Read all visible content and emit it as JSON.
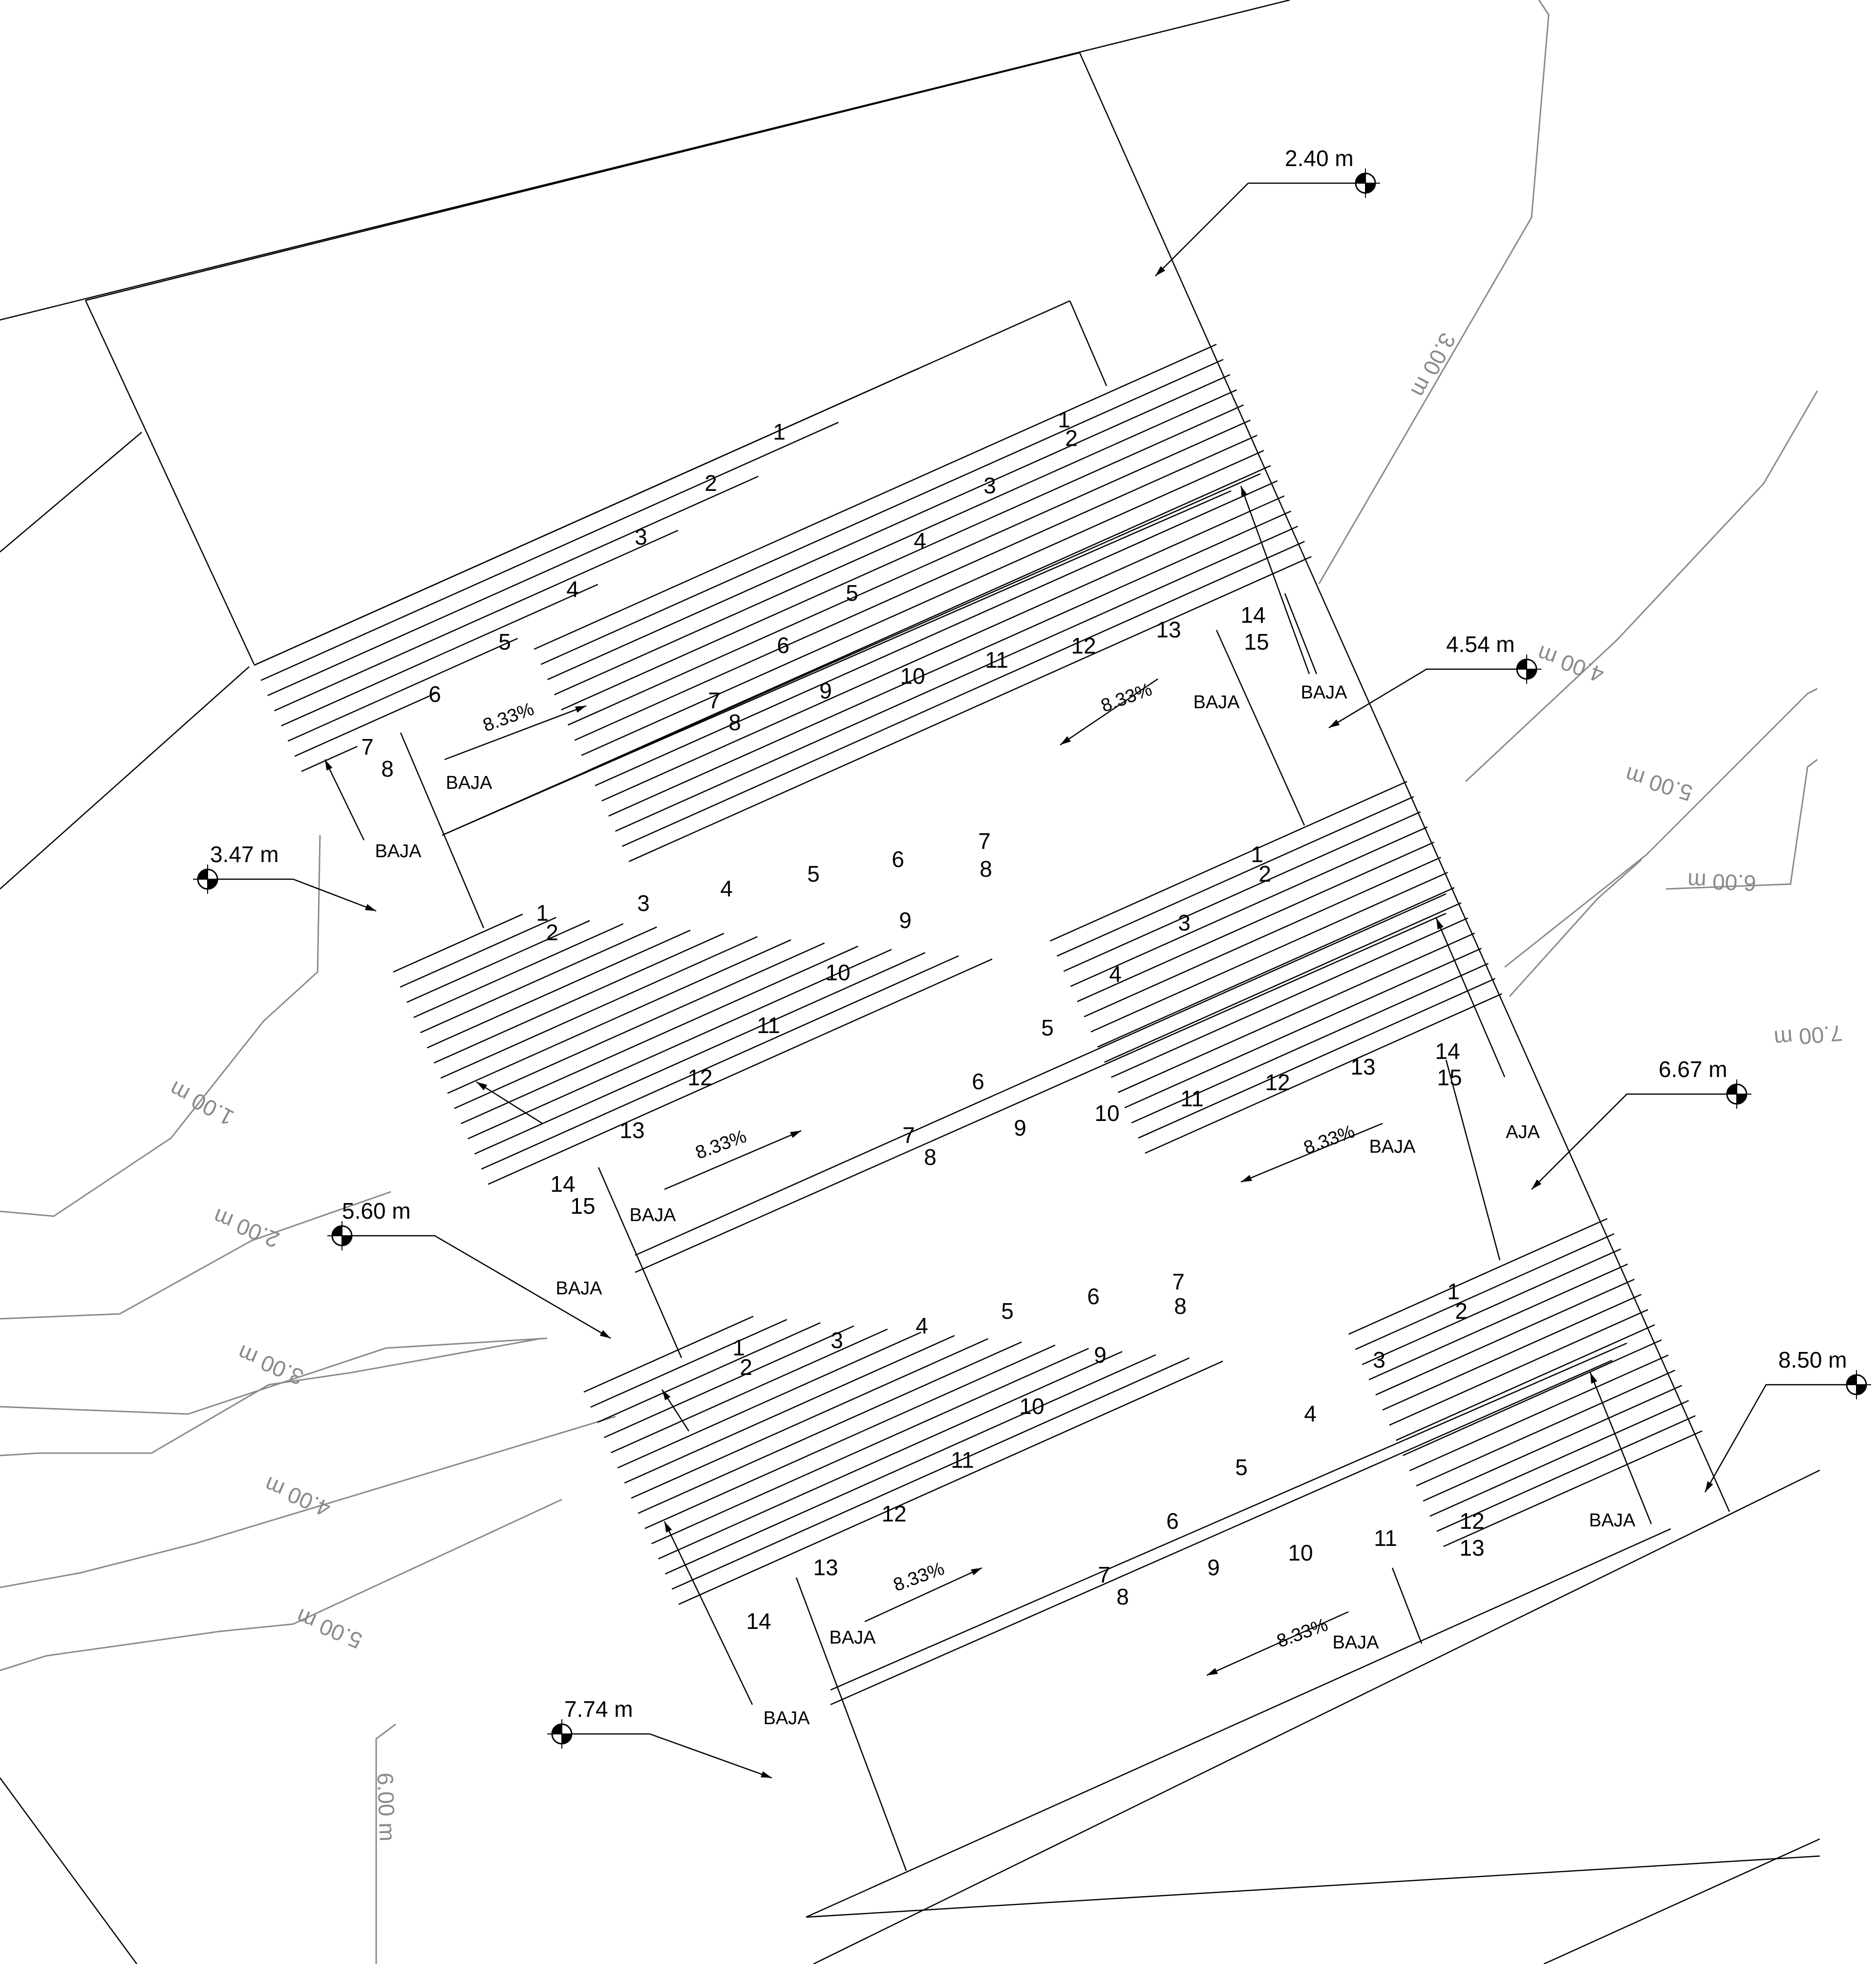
{
  "colors": {
    "background": "#ffffff",
    "ink": "#000000",
    "contour": "#8a8a8a"
  },
  "icons": {
    "level_marker": "level-marker-icon",
    "arrow": "arrow-head-icon"
  },
  "level_markers": [
    "2.40 m",
    "4.54 m",
    "3.47 m",
    "6.67 m",
    "5.60 m",
    "8.50 m",
    "7.74 m"
  ],
  "contour_labels": [
    "3.00 m",
    "4.00 m",
    "5.00 m",
    "6.00 m",
    "7.00 m",
    "1.00 m",
    "2.00 m",
    "3.00 m",
    "4.00 m",
    "5.00 m",
    "6.00 m"
  ],
  "ramp_slope": "8.33%",
  "direction_label": "BAJA",
  "partial_labels": [
    "AJA",
    "BAJA",
    "BAJA"
  ],
  "step_numbers": [
    "1",
    "2",
    "3",
    "4",
    "5",
    "6",
    "7",
    "8",
    "9",
    "10",
    "11",
    "12",
    "13",
    "14",
    "15"
  ]
}
